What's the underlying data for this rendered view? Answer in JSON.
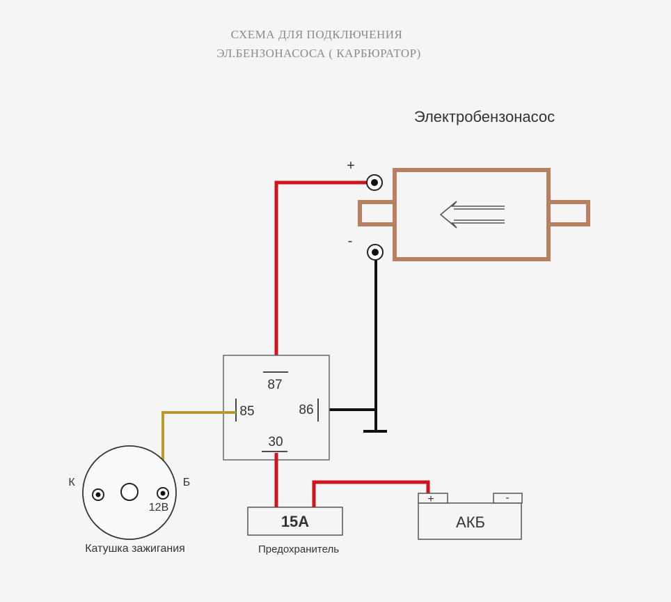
{
  "title": {
    "line1": "СХЕМА ДЛЯ ПОДКЛЮЧЕНИЯ",
    "line2": "ЭЛ.БЕНЗОНАСОСА  ( КАРБЮРАТОР)"
  },
  "pump": {
    "label": "Электробензонасос",
    "plus": "+",
    "minus": "-"
  },
  "relay": {
    "pin87": "87",
    "pin85": "85",
    "pin86": "86",
    "pin30": "30"
  },
  "coil": {
    "label": "Катушка зажигания",
    "terminal_k": "К",
    "terminal_b": "Б",
    "voltage": "12В"
  },
  "fuse": {
    "rating": "15А",
    "label": "Предохранитель"
  },
  "battery": {
    "label": "АКБ",
    "plus": "+",
    "minus": "-"
  },
  "colors": {
    "positive_wire": "#d0141e",
    "ground_wire": "#111111",
    "ignition_wire": "#b89b2a",
    "pump_body": "#b88060",
    "outline": "#555555"
  }
}
